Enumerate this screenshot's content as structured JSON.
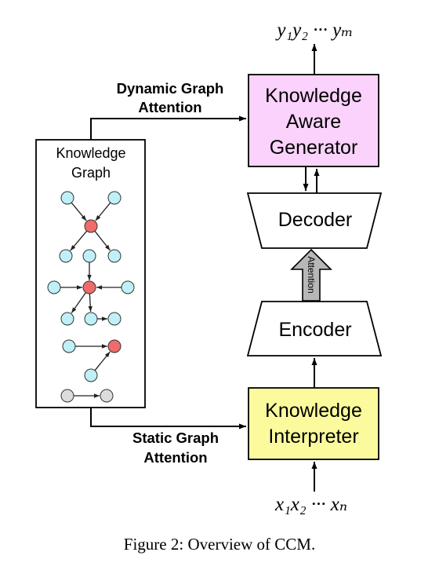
{
  "output_sequence": "y₁y₂ ··· yₘ",
  "input_sequence": "x₁x₂ ··· xₙ",
  "dynamic_attention": {
    "line1": "Dynamic Graph",
    "line2": "Attention"
  },
  "static_attention": {
    "line1": "Static Graph",
    "line2": "Attention"
  },
  "knowledge_graph": {
    "line1": "Knowledge",
    "line2": "Graph"
  },
  "generator": {
    "line1": "Knowledge",
    "line2": "Aware",
    "line3": "Generator",
    "color": "#fbd2fb"
  },
  "decoder": {
    "label": "Decoder"
  },
  "encoder": {
    "label": "Encoder"
  },
  "attention_arrow_label": "Attention",
  "interpreter": {
    "line1": "Knowledge",
    "line2": "Interpreter",
    "color": "#fbfb9e"
  },
  "caption": "Figure 2: Overview of CCM.",
  "colors": {
    "node_cyan": "#bff0f7",
    "node_red": "#f06b6b",
    "node_gray": "#dcdcdc",
    "attention_arrow": "#b7b7b7"
  }
}
